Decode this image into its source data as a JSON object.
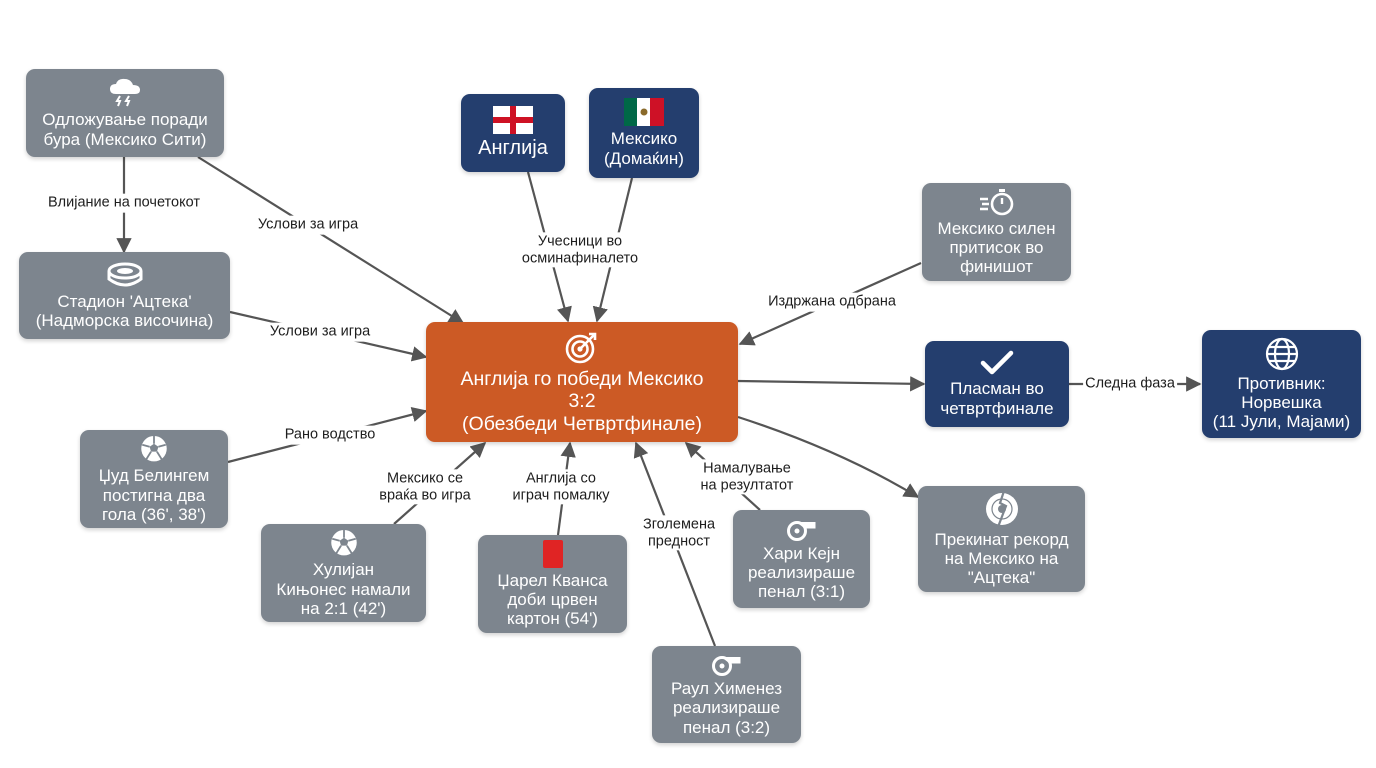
{
  "colors": {
    "event_node": "#7d858e",
    "key_node": "#243e6e",
    "central_node": "#cc5a25",
    "edge": "#555555"
  },
  "nodes": {
    "central": {
      "label": "Англија го победи Мексико\n3:2\n(Обезбеди Четвртфинале)",
      "icon": "target-icon"
    },
    "england": {
      "label": "Англија",
      "icon": "england-flag-icon"
    },
    "mexico": {
      "label": "Мексико\n(Домаќин)",
      "icon": "mexico-flag-icon"
    },
    "storm": {
      "label": "Одложување поради\nбура (Мексико Сити)",
      "icon": "storm-cloud-icon"
    },
    "stadium": {
      "label": "Стадион 'Ацтека'\n(Надморска височина)",
      "icon": "stadium-icon"
    },
    "pressure": {
      "label": "Мексико силен\nпритисок во\nфинишот",
      "icon": "stopwatch-icon"
    },
    "quarterfinal": {
      "label": "Пласман во\nчетвртфинале",
      "icon": "checkmark-icon"
    },
    "opponent": {
      "label": "Противник:\nНорвешка\n(11 Јули, Мајами)",
      "icon": "globe-icon"
    },
    "bellingham": {
      "label": "Џуд Белингем\nпостигна два\nгола (36', 38')",
      "icon": "soccer-ball-icon"
    },
    "quinones": {
      "label": "Хулијан\nКињонес намали\nна 2:1 (42')",
      "icon": "soccer-ball-icon"
    },
    "quansah": {
      "label": "Џарел Кванса\nдоби црвен\nкартон (54')",
      "icon": "red-card-icon"
    },
    "kane": {
      "label": "Хари Кејн\nреализираше\nпенал (3:1)",
      "icon": "whistle-icon"
    },
    "jimenez": {
      "label": "Раул Хименез\nреализираше\nпенал (3:2)",
      "icon": "whistle-icon"
    },
    "record": {
      "label": "Прекинат рекорд\nна Мексико на\n\"Ацтека\"",
      "icon": "broken-record-icon"
    }
  },
  "edge_labels": {
    "storm_central": "Услови за игра",
    "storm_stadium": "Влијание на почетокот",
    "stadium_central": "Услови за игра",
    "participants": "Учесници во\nосминафиналето",
    "pressure_central": "Издржана одбрана",
    "quarter_opponent": "Следна фаза",
    "bellingham_central": "Рано водство",
    "quinones_central": "Мексико се\nвраќа во игра",
    "quansah_central": "Англија со\nиграч помалку",
    "jimenez_central": "Зголемена\nпредност",
    "kane_central": "Намалување\nна резултатот"
  }
}
